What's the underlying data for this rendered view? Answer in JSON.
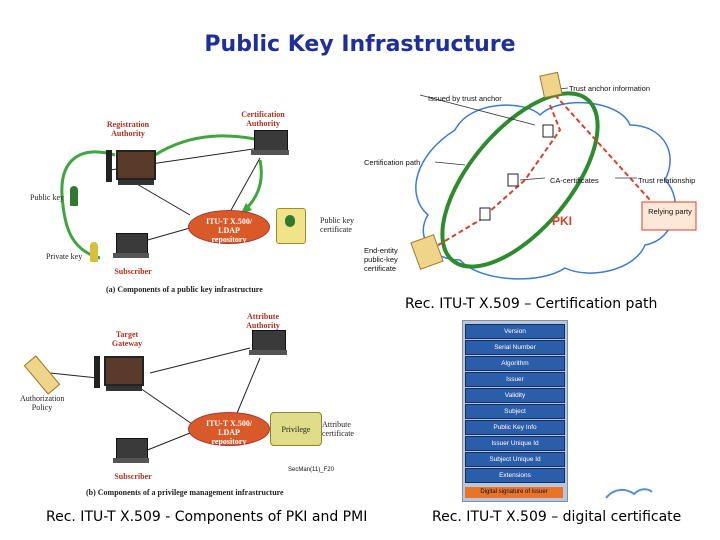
{
  "title": "Public Key Infrastructure",
  "captions": {
    "certification_path": "Rec. ITU-T X.509 – Certification path",
    "components": "Rec. ITU-T X.509 - Components of PKI and PMI",
    "digital_certificate": "Rec. ITU-T X.509 – digital certificate"
  },
  "pki_components": {
    "registration_authority": "Registration Authority",
    "certification_authority": "Certification Authority",
    "public_key": "Public key",
    "private_key": "Private key",
    "repository": "ITU-T X.500/ LDAP repository",
    "public_key_certificate": "Public key certificate",
    "subscriber": "Subscriber",
    "caption": "(a) Components of a public key infrastructure"
  },
  "pmi_components": {
    "target_gateway": "Target Gateway",
    "attribute_authority": "Attribute Authority",
    "authorization_policy": "Authorization Policy",
    "repository": "ITU-T X.500/ LDAP repository",
    "privilege": "Privilege",
    "attribute_certificate": "Attribute certificate",
    "subscriber": "Subscriber",
    "figure_id": "SecMan(11)_F20",
    "caption": "(b) Components of a privilege management infrastructure"
  },
  "certification_path": {
    "issued_by_trust_anchor": "Issued by trust anchor",
    "trust_anchor_information": "Trust anchor information",
    "certification_path": "Certification path",
    "ca_certificates": "CA-certificates",
    "trust_relationship": "Trust relationship",
    "pki": "PKI",
    "relying_party": "Relying party",
    "end_entity_certificate": "End-entity public-key certificate"
  },
  "certificate_fields": [
    "Version",
    "Serial Number",
    "Algorithm",
    "Issuer",
    "Validity",
    "Subject",
    "Public Key Info",
    "Issuer Unique Id",
    "Subject Unique Id",
    "Extensions"
  ],
  "certificate_signature": "Digital signature of issuer",
  "colors": {
    "title": "#1f2f9a",
    "field_box": "#2b5ea8",
    "signature_bar": "#e8742a",
    "green_path": "#2e8b2e",
    "red_path": "#d8402a",
    "repository_oval": "#d95a28"
  }
}
